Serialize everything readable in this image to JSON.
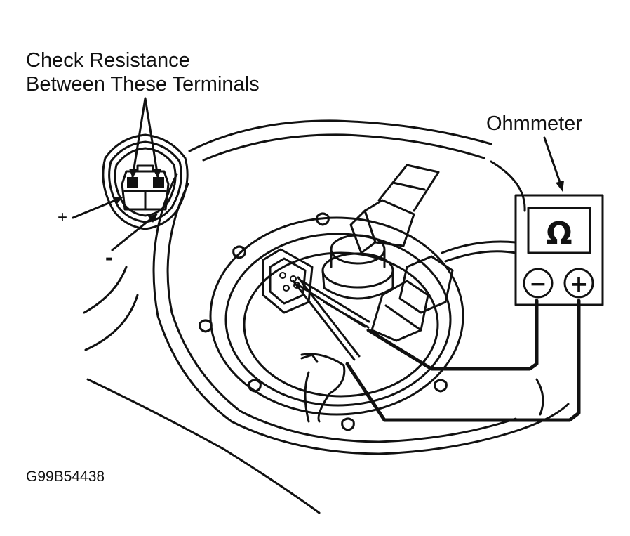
{
  "labels": {
    "check_line1": "Check Resistance",
    "check_line2": "Between These Terminals",
    "ohmmeter": "Ohmmeter",
    "plus_terminal": "+",
    "minus_terminal": "-",
    "figure_code": "G99B54438"
  },
  "meter": {
    "display_symbol": "Ω",
    "negative_jack": "−",
    "positive_jack": "+"
  },
  "colors": {
    "ink": "#111111",
    "background": "#ffffff"
  }
}
